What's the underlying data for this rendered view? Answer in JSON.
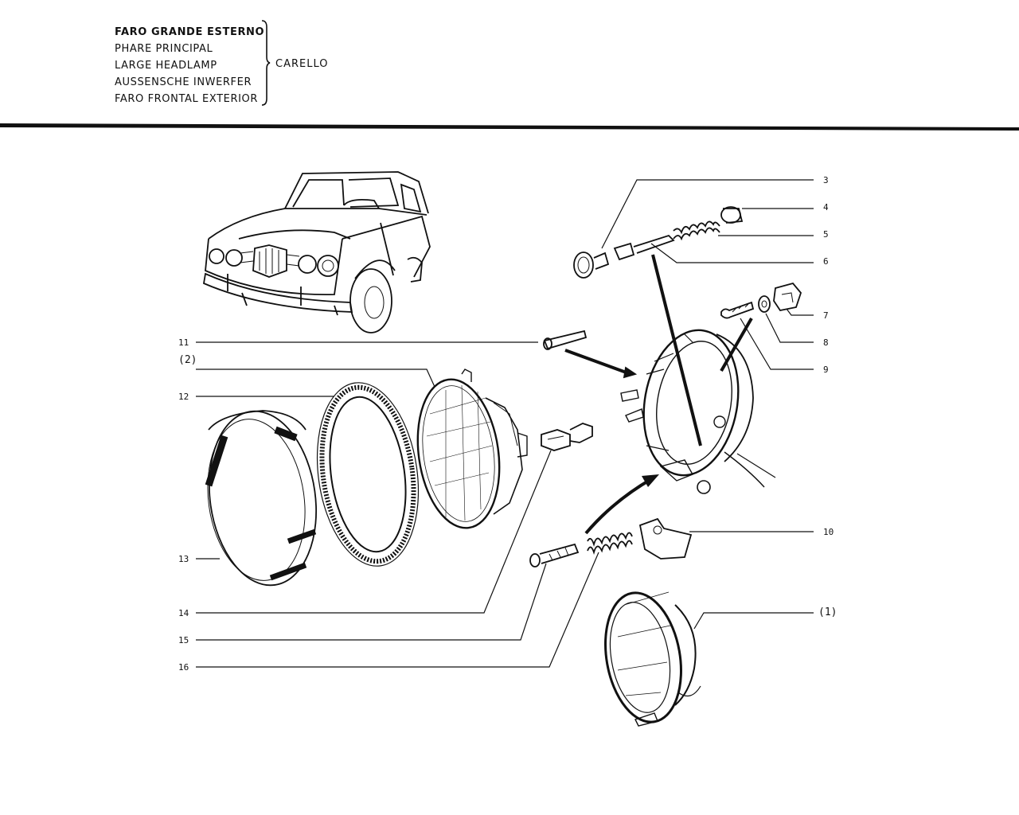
{
  "header": {
    "titles": [
      "FARO GRANDE ESTERNO",
      "PHARE PRINCIPAL",
      "LARGE HEADLAMP",
      "AUSSENSCHE INWERFER",
      "FARO FRONTAL EXTERIOR"
    ],
    "brand": "CARELLO"
  },
  "callouts": {
    "c3": "3",
    "c4": "4",
    "c5": "5",
    "c6": "6",
    "c7": "7",
    "c8": "8",
    "c9": "9",
    "c10": "10",
    "c11": "11",
    "c12": "12",
    "c13": "13",
    "c14": "14",
    "c15": "15",
    "c16": "16",
    "c1": "(1)",
    "c2": "(2)"
  }
}
